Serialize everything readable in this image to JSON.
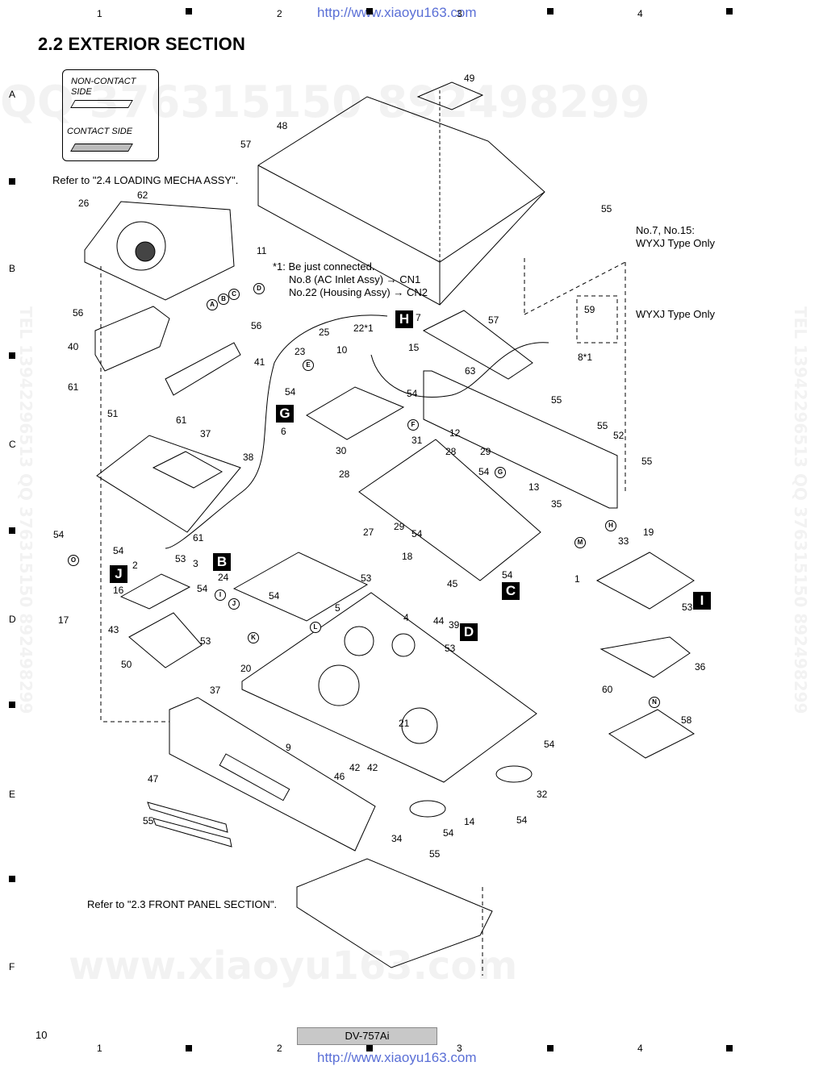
{
  "page": {
    "title": "2.2  EXTERIOR SECTION",
    "page_number": "10",
    "model": "DV-757Ai",
    "url_top": "http://www.xiaoyu163.com",
    "url_bottom": "http://www.xiaoyu163.com",
    "column_numbers": [
      "1",
      "2",
      "3",
      "4"
    ],
    "row_letters": [
      "A",
      "B",
      "C",
      "D",
      "E",
      "F"
    ]
  },
  "watermarks": {
    "qq_line": "QQ 376315150  892498299",
    "www_line": "www.xiaoyu163.com",
    "tel_right": "TEL 13942296513  QQ 376315150  892498299",
    "tel_left": "TEL 13942296513  QQ 376315150  892498299"
  },
  "legend": {
    "non_contact_line1": "NON-CONTACT",
    "non_contact_line2": "SIDE",
    "contact": "CONTACT SIDE"
  },
  "notes": {
    "refer_loading": "Refer to \"2.4 LOADING MECHA ASSY\".",
    "refer_front": "Refer to \"2.3 FRONT PANEL SECTION\".",
    "connect_line1": "*1:  Be just connected.",
    "connect_line2": "No.8 (AC Inlet Assy) → CN1",
    "connect_line3": "No.22 (Housing Assy) → CN2",
    "wyxj_note1": "No.7, No.15:",
    "wyxj_note2": "WYXJ Type Only",
    "wyxj_type": "WYXJ Type Only"
  },
  "boxed_letters": [
    "H",
    "G",
    "B",
    "J",
    "C",
    "D",
    "I"
  ],
  "callouts": [
    "49",
    "48",
    "57",
    "55",
    "62",
    "26",
    "11",
    "57",
    "59",
    "8*1",
    "56",
    "56",
    "25",
    "22*1",
    "7",
    "40",
    "41",
    "23",
    "10",
    "15",
    "63",
    "61",
    "54",
    "54",
    "55",
    "6",
    "51",
    "61",
    "12",
    "55",
    "37",
    "31",
    "28",
    "29",
    "52",
    "38",
    "30",
    "28",
    "54",
    "55",
    "13",
    "35",
    "54",
    "27",
    "29",
    "54",
    "19",
    "61",
    "54",
    "33",
    "53",
    "3",
    "18",
    "54",
    "1",
    "2",
    "24",
    "16",
    "53",
    "5",
    "45",
    "53",
    "17",
    "54",
    "4",
    "54",
    "39",
    "43",
    "44",
    "53",
    "60",
    "50",
    "53",
    "36",
    "37",
    "20",
    "54",
    "58",
    "9",
    "21",
    "42",
    "42",
    "46",
    "32",
    "54",
    "47",
    "14",
    "54",
    "55",
    "34",
    "55"
  ],
  "circle_letters": [
    "A",
    "B",
    "C",
    "D",
    "E",
    "F",
    "G",
    "H",
    "I",
    "J",
    "K",
    "L",
    "M",
    "N",
    "O"
  ]
}
